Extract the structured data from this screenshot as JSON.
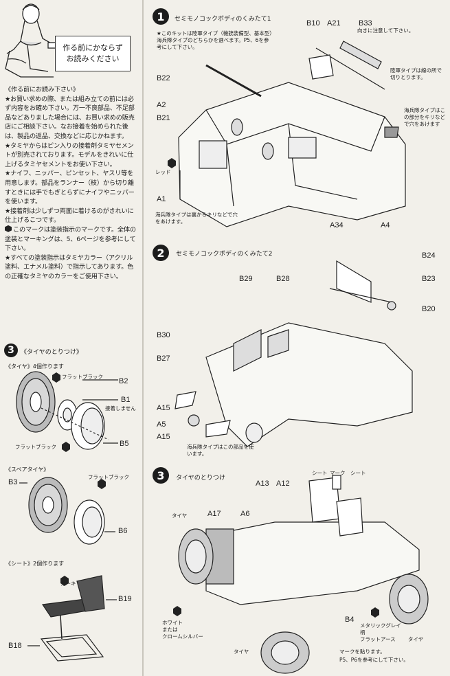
{
  "notice": {
    "line1": "作る前にかならず",
    "line2": "お読みください"
  },
  "intro": {
    "heading": "《作る前にお読み下さい》",
    "p1": "★お買い求めの際、または組み立ての前には必ず内容をお確め下さい。万一不良部品、不足部品などありました場合には、お買い求めの販売店にご相談下さい。なお接着を始められた後は、製品の返品、交換などに応じかねます。",
    "p2": "★タミヤからはピン入りの接着剤タミヤセメントが別売されております。モデルをきれいに仕上げるタミヤセメントをお使い下さい。",
    "p3": "★ナイフ、ニッパー、ピンセット、ヤスリ等を用意します。部品をランナー（枝）から切り離すときには手でもぎとらずにナイフやニッパーを使います。",
    "p4": "★接着剤は少しずつ両面に着けるのがきれいに仕上げるこつです。",
    "p5": "このマークは塗装指示のマークです。全体の塗装とマーキングは、5、6ページを参考にして下さい。",
    "p6": "★すべての塗装指示はタミヤカラー（アクリル塗料、エナメル塗料）で指示してあります。色の正確なタミヤのカラーをご使用下さい。"
  },
  "left_step3": {
    "number": "3",
    "title": "《タイヤのとりつけ》",
    "tire_caption": "《タイヤ》4個作ります",
    "flat_black_1": "フラットブラック",
    "b2": "B2",
    "b1": "B1",
    "no_glue": "接着しません",
    "flat_black_2": "フラットブラック",
    "b5": "B5",
    "spare_caption": "《スペアタイヤ》",
    "b3": "B3",
    "flat_black_3": "フラットブラック",
    "b6": "B6",
    "seat_caption": "《シート》2個作ります",
    "khaki": "カーキ",
    "b19": "B19",
    "b18": "B18"
  },
  "step1": {
    "number": "1",
    "title": "セミモノコックボディのくみたて1",
    "note1": "★このキットは陸軍タイプ（機銃装備型、基本型）海兵隊タイプのどちらかを選べます。P5、6を参考にして下さい。",
    "b10": "B10",
    "a21": "A21",
    "b33": "B33",
    "b33_note": "向きに注意して下さい。",
    "b22": "B22",
    "army_note": "陸軍タイプは線の所で切りとります。",
    "a2": "A2",
    "b21": "B21",
    "marine_note_r": "海兵隊タイプはこの部分をキリなどで穴をあけます",
    "red": "レッド",
    "a1": "A1",
    "marine_note_l": "海兵隊タイプは裏からキリなどで穴をあけます。",
    "a34": "A34",
    "a4": "A4"
  },
  "step2": {
    "number": "2",
    "title": "セミモノコックボディのくみたて2",
    "b24": "B24",
    "b29": "B29",
    "b28": "B28",
    "b23": "B23",
    "b20": "B20",
    "b30": "B30",
    "b27": "B27",
    "a15a": "A15",
    "a5": "A5",
    "a15b": "A15",
    "marine_note": "海兵隊タイプはこの部品を使います。"
  },
  "step3": {
    "number": "3",
    "title": "タイヤのとりつけ",
    "a13": "A13",
    "a12": "A12",
    "seat1": "シート",
    "mark": "マーク",
    "seat2": "シート",
    "tire_l": "タイヤ",
    "a17": "A17",
    "a6": "A6",
    "white": "ホワイト",
    "or": "または",
    "chrome": "クロームシルバー",
    "b4": "B4",
    "metallic": "メタリックグレイ",
    "or2": "柄",
    "flat_earth": "フラットアース",
    "tire_r": "タイヤ",
    "tire_b": "タイヤ",
    "mark_note": "マークを貼ります。",
    "ref_note": "P5、P6を参考にして下さい。"
  }
}
